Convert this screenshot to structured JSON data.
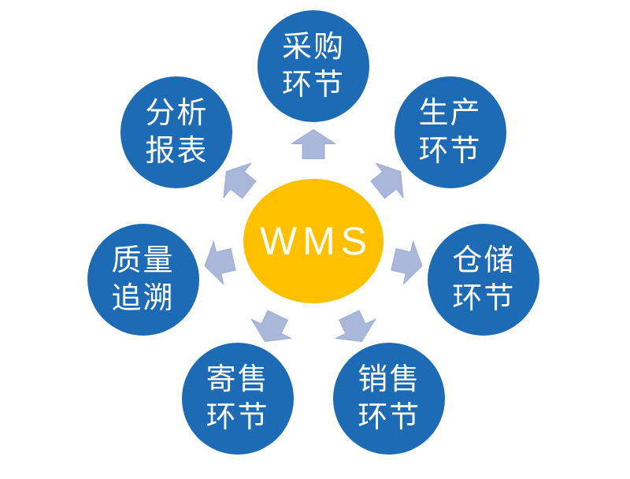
{
  "diagram": {
    "title": "WMS radial process diagram",
    "center": {
      "label": "WMS",
      "fill": "#ffc000",
      "text_color": "#ffffff"
    },
    "node_fill": "#1d6ab5",
    "node_text_color": "#ffffff",
    "arrow_fill": "#a9b7da",
    "arrow_stroke": "#9cadd4",
    "nodes": [
      {
        "id": "procurement",
        "lines": [
          "采购",
          "环节"
        ],
        "angle": -90
      },
      {
        "id": "production",
        "lines": [
          "生产",
          "环节"
        ],
        "angle": -38.57
      },
      {
        "id": "warehousing",
        "lines": [
          "仓储",
          "环节"
        ],
        "angle": 12.86
      },
      {
        "id": "sales",
        "lines": [
          "销售",
          "环节"
        ],
        "angle": 64.29
      },
      {
        "id": "consignment",
        "lines": [
          "寄售",
          "环节"
        ],
        "angle": 115.71
      },
      {
        "id": "quality-trace",
        "lines": [
          "质量",
          "追溯"
        ],
        "angle": 167.14
      },
      {
        "id": "analysis-report",
        "lines": [
          "分析",
          "报表"
        ],
        "angle": -141.43
      }
    ]
  }
}
